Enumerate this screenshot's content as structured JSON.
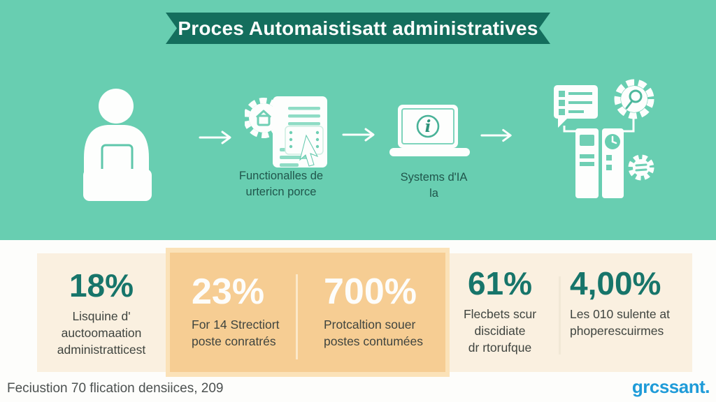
{
  "header": {
    "title": "Proces Automaistisatt administratives"
  },
  "flow": {
    "steps": [
      {
        "icon": "person-desk-icon",
        "label": ""
      },
      {
        "icon": "documents-automation-icon",
        "label": "Functionalles de\nurtericn porce"
      },
      {
        "icon": "laptop-ai-icon",
        "label": "Systems d'IA\nla"
      },
      {
        "icon": "servers-gears-icon",
        "label": ""
      }
    ],
    "laptop_glyph": "i"
  },
  "stats": [
    {
      "value": "18%",
      "label": "Lisquine d'\nauctoomaation\nadministratticest",
      "highlight": false
    },
    {
      "value": "23%",
      "label": "For 14 Strectiort\nposte conratrés",
      "highlight": true
    },
    {
      "value": "700%",
      "label": "Protcaltion souer\npostes contumées",
      "highlight": true
    },
    {
      "value": "61%",
      "label": "Flecbets scur\ndiscidiate\ndr rtorufque",
      "highlight": false
    },
    {
      "value": "4,00%",
      "label": "Les 010 sulente at\nphoperescuirmes",
      "highlight": false
    }
  ],
  "footer": {
    "source": "Feciustion 70 flication densiices, 209",
    "logo": "grcssant."
  },
  "colors": {
    "teal_background": "#68ceb1",
    "banner": "#146e5d",
    "stat_teal": "#17756a",
    "cream_card": "#faf0e0",
    "orange_card": "#f6cd93",
    "logo_blue": "#1e9bd8"
  }
}
